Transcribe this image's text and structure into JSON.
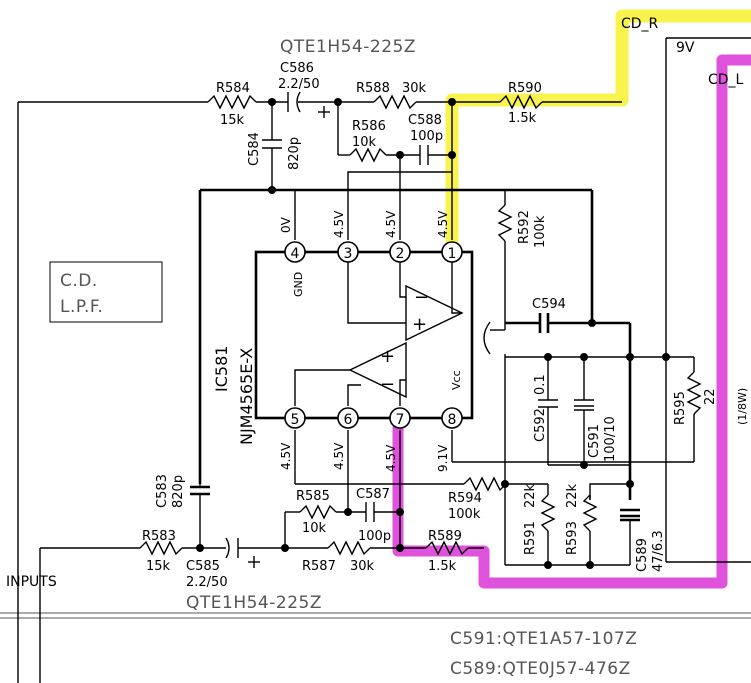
{
  "part_top": "QTE1H54-225Z",
  "part_bottom": "QTE1H54-225Z",
  "cd_r": "CD_R",
  "cd_l": "CD_L",
  "supply_9v": "9V",
  "inputs": "INPUTS",
  "block_title": [
    "C.D.",
    "L.P.F."
  ],
  "ic_ref": "IC581",
  "ic_part": "NJM4565E-X",
  "pins": {
    "p1": "1",
    "p2": "2",
    "p3": "3",
    "p4": "4",
    "p5": "5",
    "p6": "6",
    "p7": "7",
    "p8": "8"
  },
  "pin_labels": {
    "gnd": "GND",
    "vcc": "Vcc"
  },
  "voltages": {
    "v0": "0V",
    "v3": "4.5V",
    "v2": "4.5V",
    "v1": "4.5V",
    "v5": "4.5V",
    "v6": "4.5V",
    "v7": "4.5V",
    "v8": "9.1V"
  },
  "components": {
    "r584": {
      "ref": "R584",
      "val": "15k"
    },
    "c586": {
      "ref": "C586",
      "val": "2.2/50"
    },
    "r588": {
      "ref": "R588",
      "val": "30k"
    },
    "r590": {
      "ref": "R590",
      "val": "1.5k"
    },
    "r586": {
      "ref": "R586",
      "val": "10k"
    },
    "c588": {
      "ref": "C588",
      "val": "100p"
    },
    "c584": {
      "ref": "C584",
      "val": "820p"
    },
    "r592": {
      "ref": "R592",
      "val": "100k"
    },
    "c594": {
      "ref": "C594"
    },
    "c592": {
      "ref": "C592",
      "val": "0.1"
    },
    "c591": {
      "ref": "C591",
      "val": "100/10"
    },
    "r595": {
      "ref": "R595",
      "val": "22"
    },
    "r595_note": "(1/8W)",
    "c583": {
      "ref": "C583",
      "val": "820p"
    },
    "r585": {
      "ref": "R585",
      "val": "10k"
    },
    "c587": {
      "ref": "C587",
      "val": "100p"
    },
    "r594": {
      "ref": "R594",
      "val": "100k"
    },
    "r591": {
      "ref": "R591",
      "val": "22k"
    },
    "r593": {
      "ref": "R593",
      "val": "22k"
    },
    "c589": {
      "ref": "C589",
      "val": "47/6.3"
    },
    "r583": {
      "ref": "R583",
      "val": "15k"
    },
    "c585": {
      "ref": "C585",
      "val": "2.2/50"
    },
    "r589": {
      "ref": "R589",
      "val": "1.5k"
    },
    "r587": {
      "ref": "R587",
      "val": "30k"
    }
  },
  "notes": [
    "C591:QTE1A57-107Z",
    "C589:QTE0J57-476Z"
  ],
  "highlight_colors": {
    "cd_r_trace": "#f7f33a",
    "cd_l_trace": "#dc3fd8"
  }
}
